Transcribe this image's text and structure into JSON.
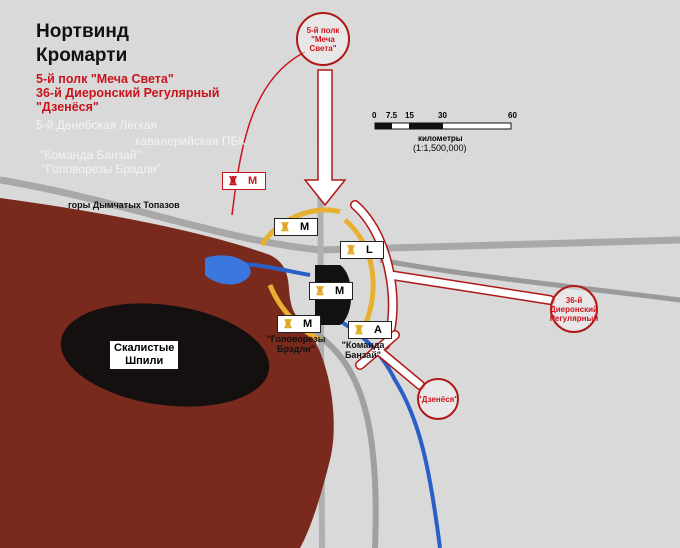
{
  "title_lines": [
    "Нортвинд",
    "Кромарти"
  ],
  "attackers": [
    "5-й полк \"Меча Света\"",
    "36-й Диеронский Регулярный",
    "\"Дзенёся\""
  ],
  "defenders": [
    "5-й Денебская Лёгкая",
    "кавалерийская ПБК",
    "\"Команда Банзай\"",
    "\"Головорезы Брэдли\""
  ],
  "scale": {
    "ticks": [
      "0",
      "7.5",
      "15",
      "30",
      "60"
    ],
    "unit_label": "километры",
    "ratio": "(1:1,500,000)"
  },
  "terrain": {
    "mountains": "горы Дымчатых Топазов",
    "spires": [
      "Скалистые",
      "Шпили"
    ]
  },
  "circles": {
    "top": [
      "5-й полк",
      "\"Меча",
      "Света\""
    ],
    "right": [
      "36-й",
      "Диеронский",
      "Регулярный"
    ],
    "bottom": [
      "\"Дзенёся\""
    ]
  },
  "units": [
    {
      "code": "M",
      "label": ""
    },
    {
      "code": "L",
      "label": ""
    },
    {
      "code": "M",
      "label": ""
    },
    {
      "code": "M",
      "label": "\"Головорезы Брэдли\""
    },
    {
      "code": "A",
      "label": "\"Команда Банзай\""
    },
    {
      "code": "M",
      "label": ""
    }
  ],
  "colors": {
    "background": "#d9d9d9",
    "highlands": "#7a2a1c",
    "spires": "#141010",
    "river": "#2a5fc8",
    "attack": "#c8141c",
    "defense": "#e8b030"
  }
}
